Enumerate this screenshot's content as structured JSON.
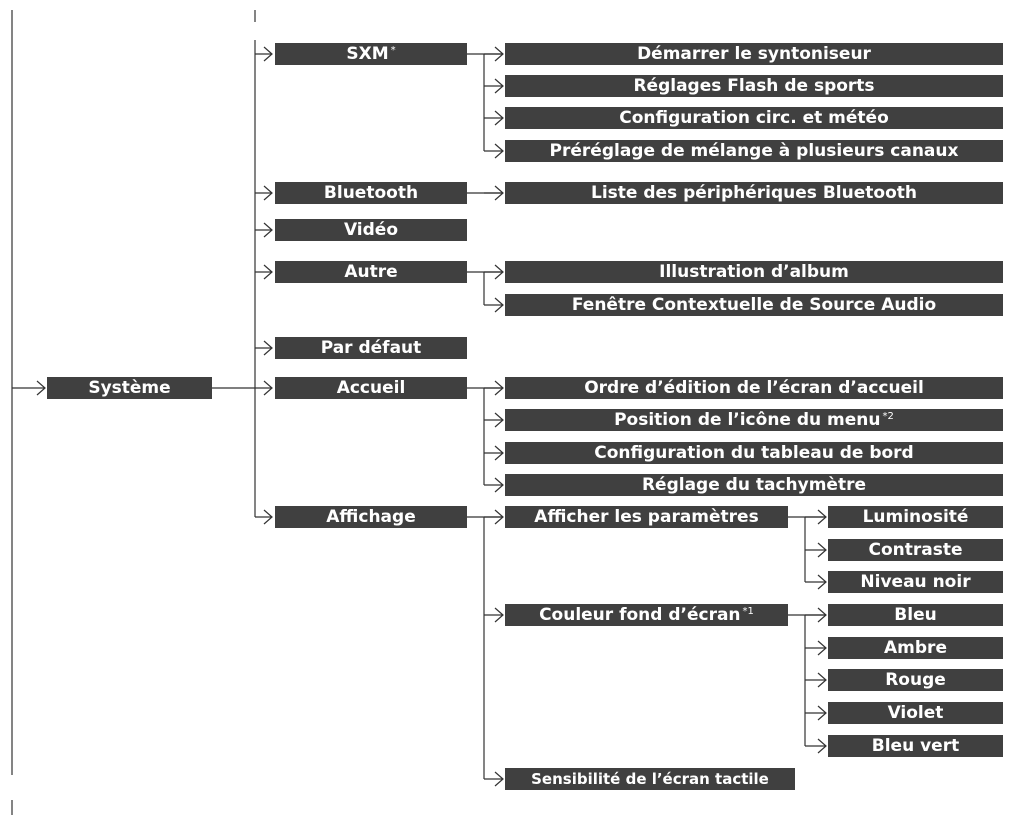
{
  "root": {
    "label": "Système"
  },
  "categories": [
    {
      "id": "sxm",
      "label": "SXM",
      "sup": "*",
      "children": [
        {
          "label": "Démarrer le syntoniseur"
        },
        {
          "label": "Réglages Flash de sports"
        },
        {
          "label": "Configuration circ. et météo"
        },
        {
          "label": "Préréglage de mélange à plusieurs canaux"
        }
      ]
    },
    {
      "id": "bluetooth",
      "label": "Bluetooth",
      "children": [
        {
          "label": "Liste des périphériques Bluetooth"
        }
      ]
    },
    {
      "id": "video",
      "label": "Vidéo",
      "children": []
    },
    {
      "id": "autre",
      "label": "Autre",
      "children": [
        {
          "label": "Illustration d’album"
        },
        {
          "label": "Fenêtre Contextuelle de Source Audio"
        }
      ]
    },
    {
      "id": "defaut",
      "label": "Par défaut",
      "children": []
    },
    {
      "id": "accueil",
      "label": "Accueil",
      "children": [
        {
          "label": "Ordre d’édition de l’écran d’accueil"
        },
        {
          "label": "Position de l’icône du menu",
          "sup": "*2"
        },
        {
          "label": "Configuration du tableau de bord"
        },
        {
          "label": "Réglage du tachymètre"
        }
      ]
    },
    {
      "id": "affichage",
      "label": "Affichage",
      "children": [
        {
          "label": "Afficher les paramètres",
          "children": [
            {
              "label": "Luminosité"
            },
            {
              "label": "Contraste"
            },
            {
              "label": "Niveau noir"
            }
          ]
        },
        {
          "label": "Couleur fond d’écran",
          "sup": "*1",
          "children": [
            {
              "label": "Bleu"
            },
            {
              "label": "Ambre"
            },
            {
              "label": "Rouge"
            },
            {
              "label": "Violet"
            },
            {
              "label": "Bleu vert"
            }
          ]
        },
        {
          "label": "Sensibilité de l’écran tactile"
        }
      ]
    }
  ],
  "colors": {
    "box": "#404040",
    "box_text": "#ffffff",
    "line": "#333333",
    "background": "#ffffff"
  }
}
